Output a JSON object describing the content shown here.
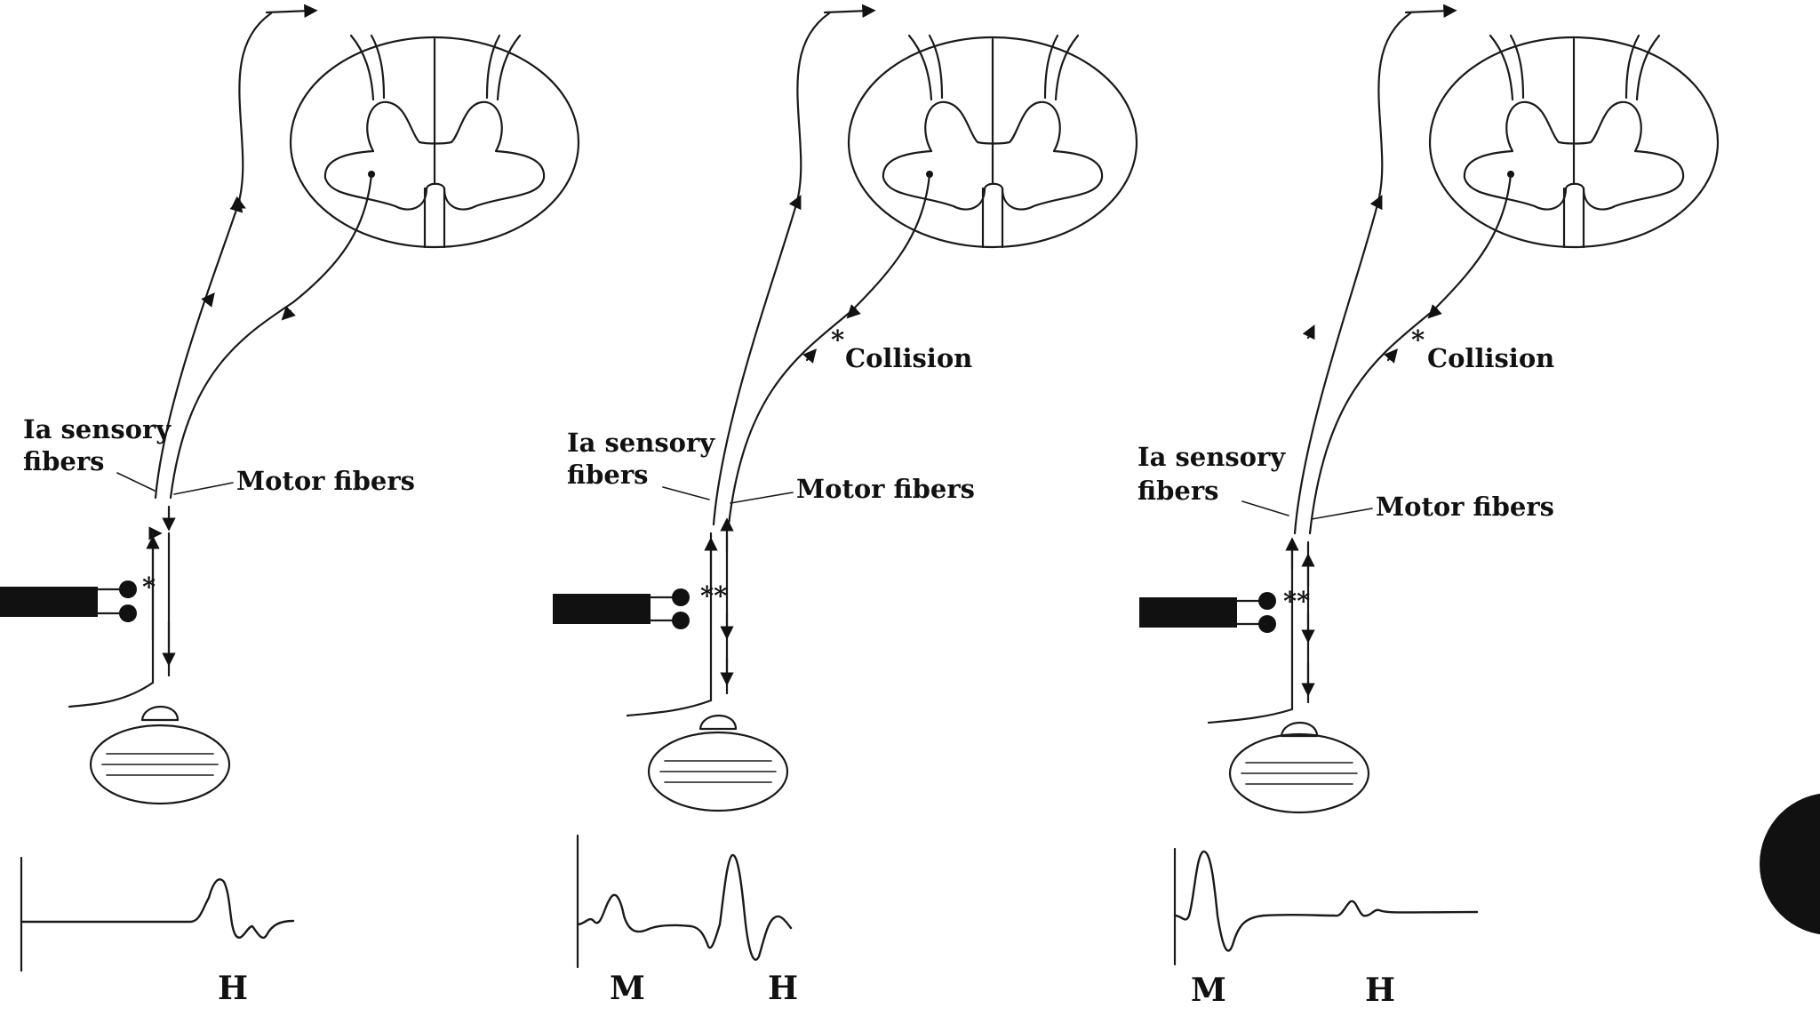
{
  "panels": [
    {
      "sensory_label_line1": "Ia sensory",
      "sensory_label_line2": "fibers",
      "motor_label": "Motor fibers",
      "collision_label": "",
      "wave_labels": [
        "H"
      ]
    },
    {
      "sensory_label_line1": "Ia sensory",
      "sensory_label_line2": "fibers",
      "motor_label": "Motor fibers",
      "collision_label": "Collision",
      "wave_labels": [
        "M",
        "H"
      ]
    },
    {
      "sensory_label_line1": "Ia sensory",
      "sensory_label_line2": "fibers",
      "motor_label": "Motor fibers",
      "collision_label": "Collision",
      "wave_labels": [
        "M",
        "H"
      ]
    }
  ],
  "colors": {
    "ink": "#1a1a1a",
    "background": "#ffffff",
    "corner_disc": "#111111"
  }
}
